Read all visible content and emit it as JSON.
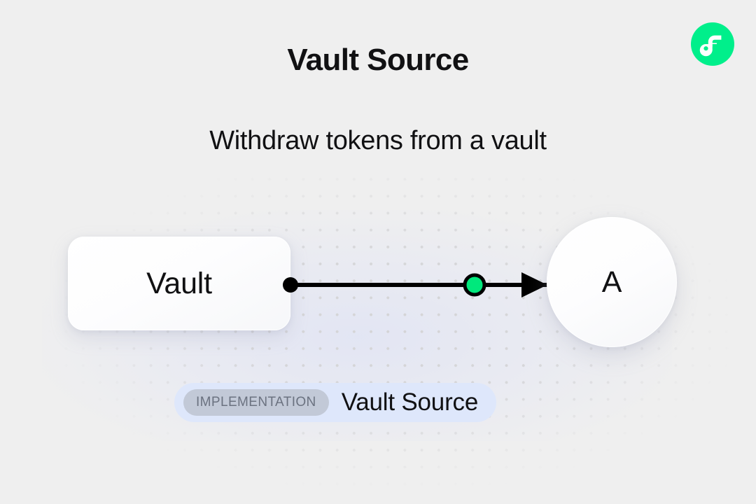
{
  "header": {
    "title": "Vault Source",
    "subtitle": "Withdraw tokens from a vault"
  },
  "brand": {
    "logo_icon": "flow-logo-icon",
    "logo_bg_color": "#00ef8b",
    "logo_mark_color": "#ffffff"
  },
  "diagram": {
    "type": "flow-graph",
    "nodes": [
      {
        "id": "vault",
        "label": "Vault",
        "shape": "rounded-rect"
      },
      {
        "id": "a",
        "label": "A",
        "shape": "circle"
      }
    ],
    "edges": [
      {
        "from": "vault",
        "to": "a",
        "source_handle_color": "#000000",
        "midpoint_marker_color": "#00e87c",
        "arrow_color": "#000000",
        "direction": "right"
      }
    ]
  },
  "implementation": {
    "chip_label": "IMPLEMENTATION",
    "name": "Vault Source",
    "badge_bg_color": "#dee7fb",
    "chip_bg_color": "#c2c9d7"
  },
  "canvas": {
    "background_color": "#efefef",
    "dot_color": "#d4d4d6"
  }
}
